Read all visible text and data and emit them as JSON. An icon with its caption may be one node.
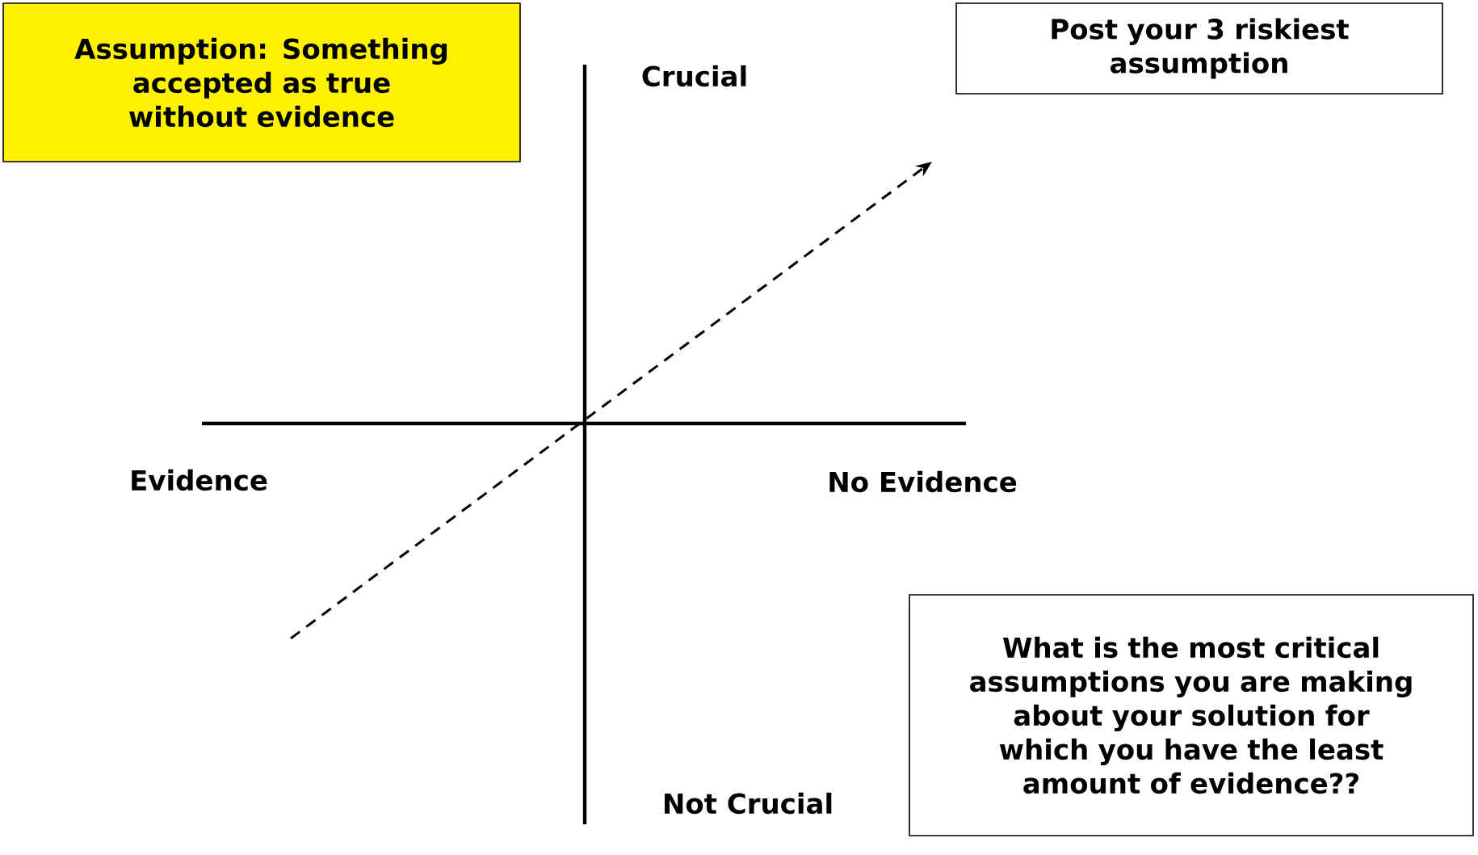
{
  "diagram": {
    "nodes": [
      {
        "text": [
          "Assumption: Something accepted as true without evidence"
        ]
      },
      {
        "text": [
          "Post your 3 riskiest assumption"
        ]
      },
      {
        "text": [
          "What is the most critical assumptions you are making about your solution for which you have the least amount of evidence??"
        ]
      }
    ],
    "labels": [
      "Crucial",
      "Evidence",
      "No Evidence",
      "Not Crucial"
    ]
  }
}
